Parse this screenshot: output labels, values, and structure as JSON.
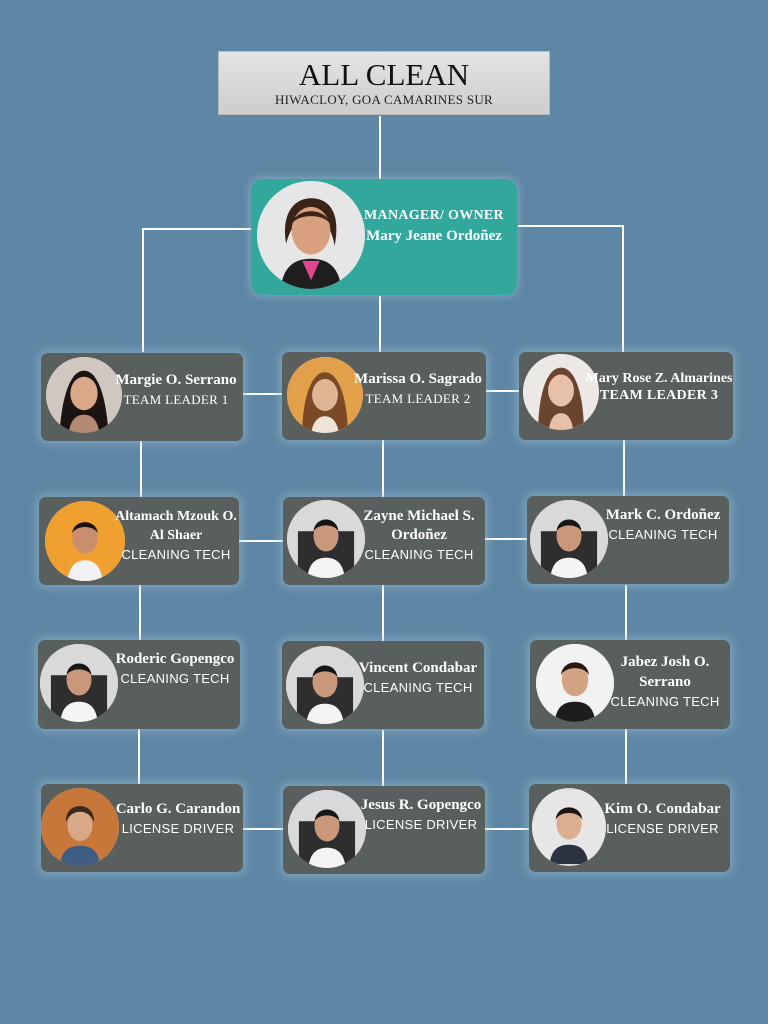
{
  "header": {
    "company": "ALL CLEAN",
    "address": "HIWACLOY, GOA CAMARINES SUR"
  },
  "manager": {
    "role": "MANAGER/ OWNER",
    "name": "Mary Jeane Ordoñez"
  },
  "team_leaders": [
    {
      "name": "Margie O. Serrano",
      "role": "TEAM LEADER 1"
    },
    {
      "name": "Marissa O. Sagrado",
      "role": "TEAM LEADER 2"
    },
    {
      "name": "Mary Rose Z. Almarines",
      "role": "TEAM LEADER 3"
    }
  ],
  "cleaning_row_1": [
    {
      "name": "Altamach Mzouk O. Al Shaer",
      "role": "CLEANING TECH"
    },
    {
      "name": "Zayne Michael S. Ordoñez",
      "role": "CLEANING TECH"
    },
    {
      "name": "Mark C. Ordoñez",
      "role": "CLEANING TECH"
    }
  ],
  "cleaning_row_2": [
    {
      "name": "Roderic Gopengco",
      "role": "CLEANING TECH"
    },
    {
      "name": "Vincent Condabar",
      "role": "CLEANING TECH"
    },
    {
      "name": "Jabez Josh O. Serrano",
      "role": "CLEANING TECH"
    }
  ],
  "drivers": [
    {
      "name": "Carlo G. Carandon",
      "role": "LICENSE DRIVER"
    },
    {
      "name": "Jesus R. Gopengco",
      "role": "LICENSE DRIVER"
    },
    {
      "name": "Kim O. Condabar",
      "role": "LICENSE DRIVER"
    }
  ],
  "colors": {
    "background": "#5e87a5",
    "card": "#595f5d",
    "manager_card": "#32a89c",
    "connector": "#ffffff"
  }
}
